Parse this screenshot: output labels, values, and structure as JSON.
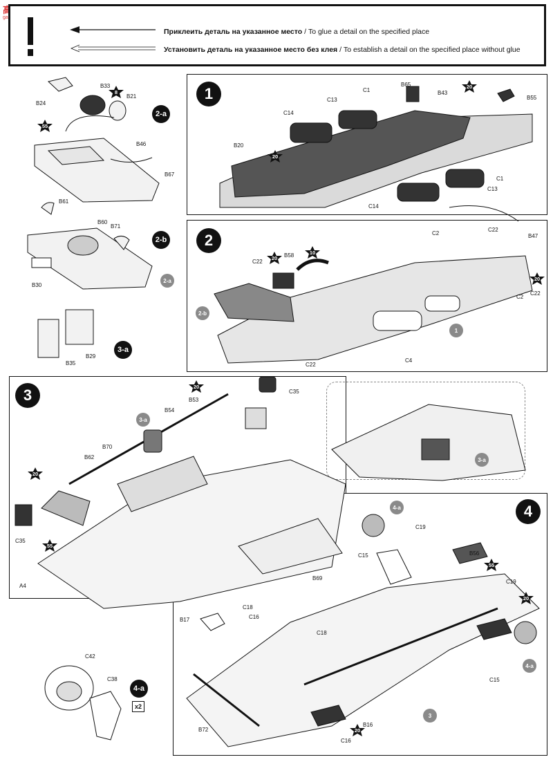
{
  "watermark": {
    "brand": "高手网",
    "url": "gao-shou.com"
  },
  "legend": {
    "glue_ru": "Приклеить деталь на указанное место",
    "glue_en": " / To glue a detail on the specified place",
    "noglue_ru": "Установить деталь на указанное место без клея",
    "noglue_en": " / To establish a detail on the specified place without glue"
  },
  "steps": {
    "s1": "1",
    "s2": "2",
    "s3": "3",
    "s4": "4"
  },
  "subs": {
    "s2a": "2-a",
    "s2b": "2-b",
    "s3a": "3-a",
    "s4a": "4-a"
  },
  "refs": {
    "r2a": "2-a",
    "r1": "1",
    "r2b": "2-b",
    "r3a1": "3-a",
    "r3a2": "3-a",
    "r4a1": "4-a",
    "r4a2": "4-a",
    "r3": "3"
  },
  "paint": {
    "p8": "8",
    "p55a": "55",
    "p20a": "20",
    "p20b": "20",
    "p10": "10",
    "p20c": "20",
    "p20d": "20",
    "p20e": "20",
    "p20f": "20",
    "p55b": "55",
    "p55c": "55",
    "p20g": "20",
    "p20h": "20"
  },
  "parts_2a": {
    "b24": "B24",
    "b33": "B33",
    "b21": "B21",
    "b46": "B46",
    "b67": "B67"
  },
  "parts_2b": {
    "b61": "B61",
    "b60": "B60",
    "b71": "B71",
    "b30": "B30"
  },
  "parts_3a": {
    "b35": "B35",
    "b29": "B29"
  },
  "parts_1": {
    "b65": "B65",
    "c1a": "C1",
    "c13a": "C13",
    "c14a": "C14",
    "b43": "B43",
    "b55": "B55",
    "b20": "B20",
    "c1b": "C1",
    "c13b": "C13",
    "c14b": "C14"
  },
  "parts_2": {
    "c2a": "C2",
    "c22a": "C22",
    "b47": "B47",
    "c22b": "C22",
    "b58": "B58",
    "c2b": "C2",
    "c22c": "C22",
    "c4": "C4",
    "c22d": "C22"
  },
  "parts_3": {
    "c35a": "C35",
    "b53": "B53",
    "b54": "B54",
    "b70": "B70",
    "b62": "B62",
    "c35b": "C35",
    "a4": "A4",
    "b69": "B69"
  },
  "parts_4": {
    "c19a": "C19",
    "c15a": "C15",
    "b56": "B56",
    "c19b": "C19",
    "c18a": "C18",
    "b17": "B17",
    "c16a": "C16",
    "c18b": "C18",
    "c15b": "C15",
    "b72": "B72",
    "b16": "B16",
    "c16b": "C16"
  },
  "parts_4a": {
    "c42": "C42",
    "c38": "C38",
    "x2": "x2"
  }
}
